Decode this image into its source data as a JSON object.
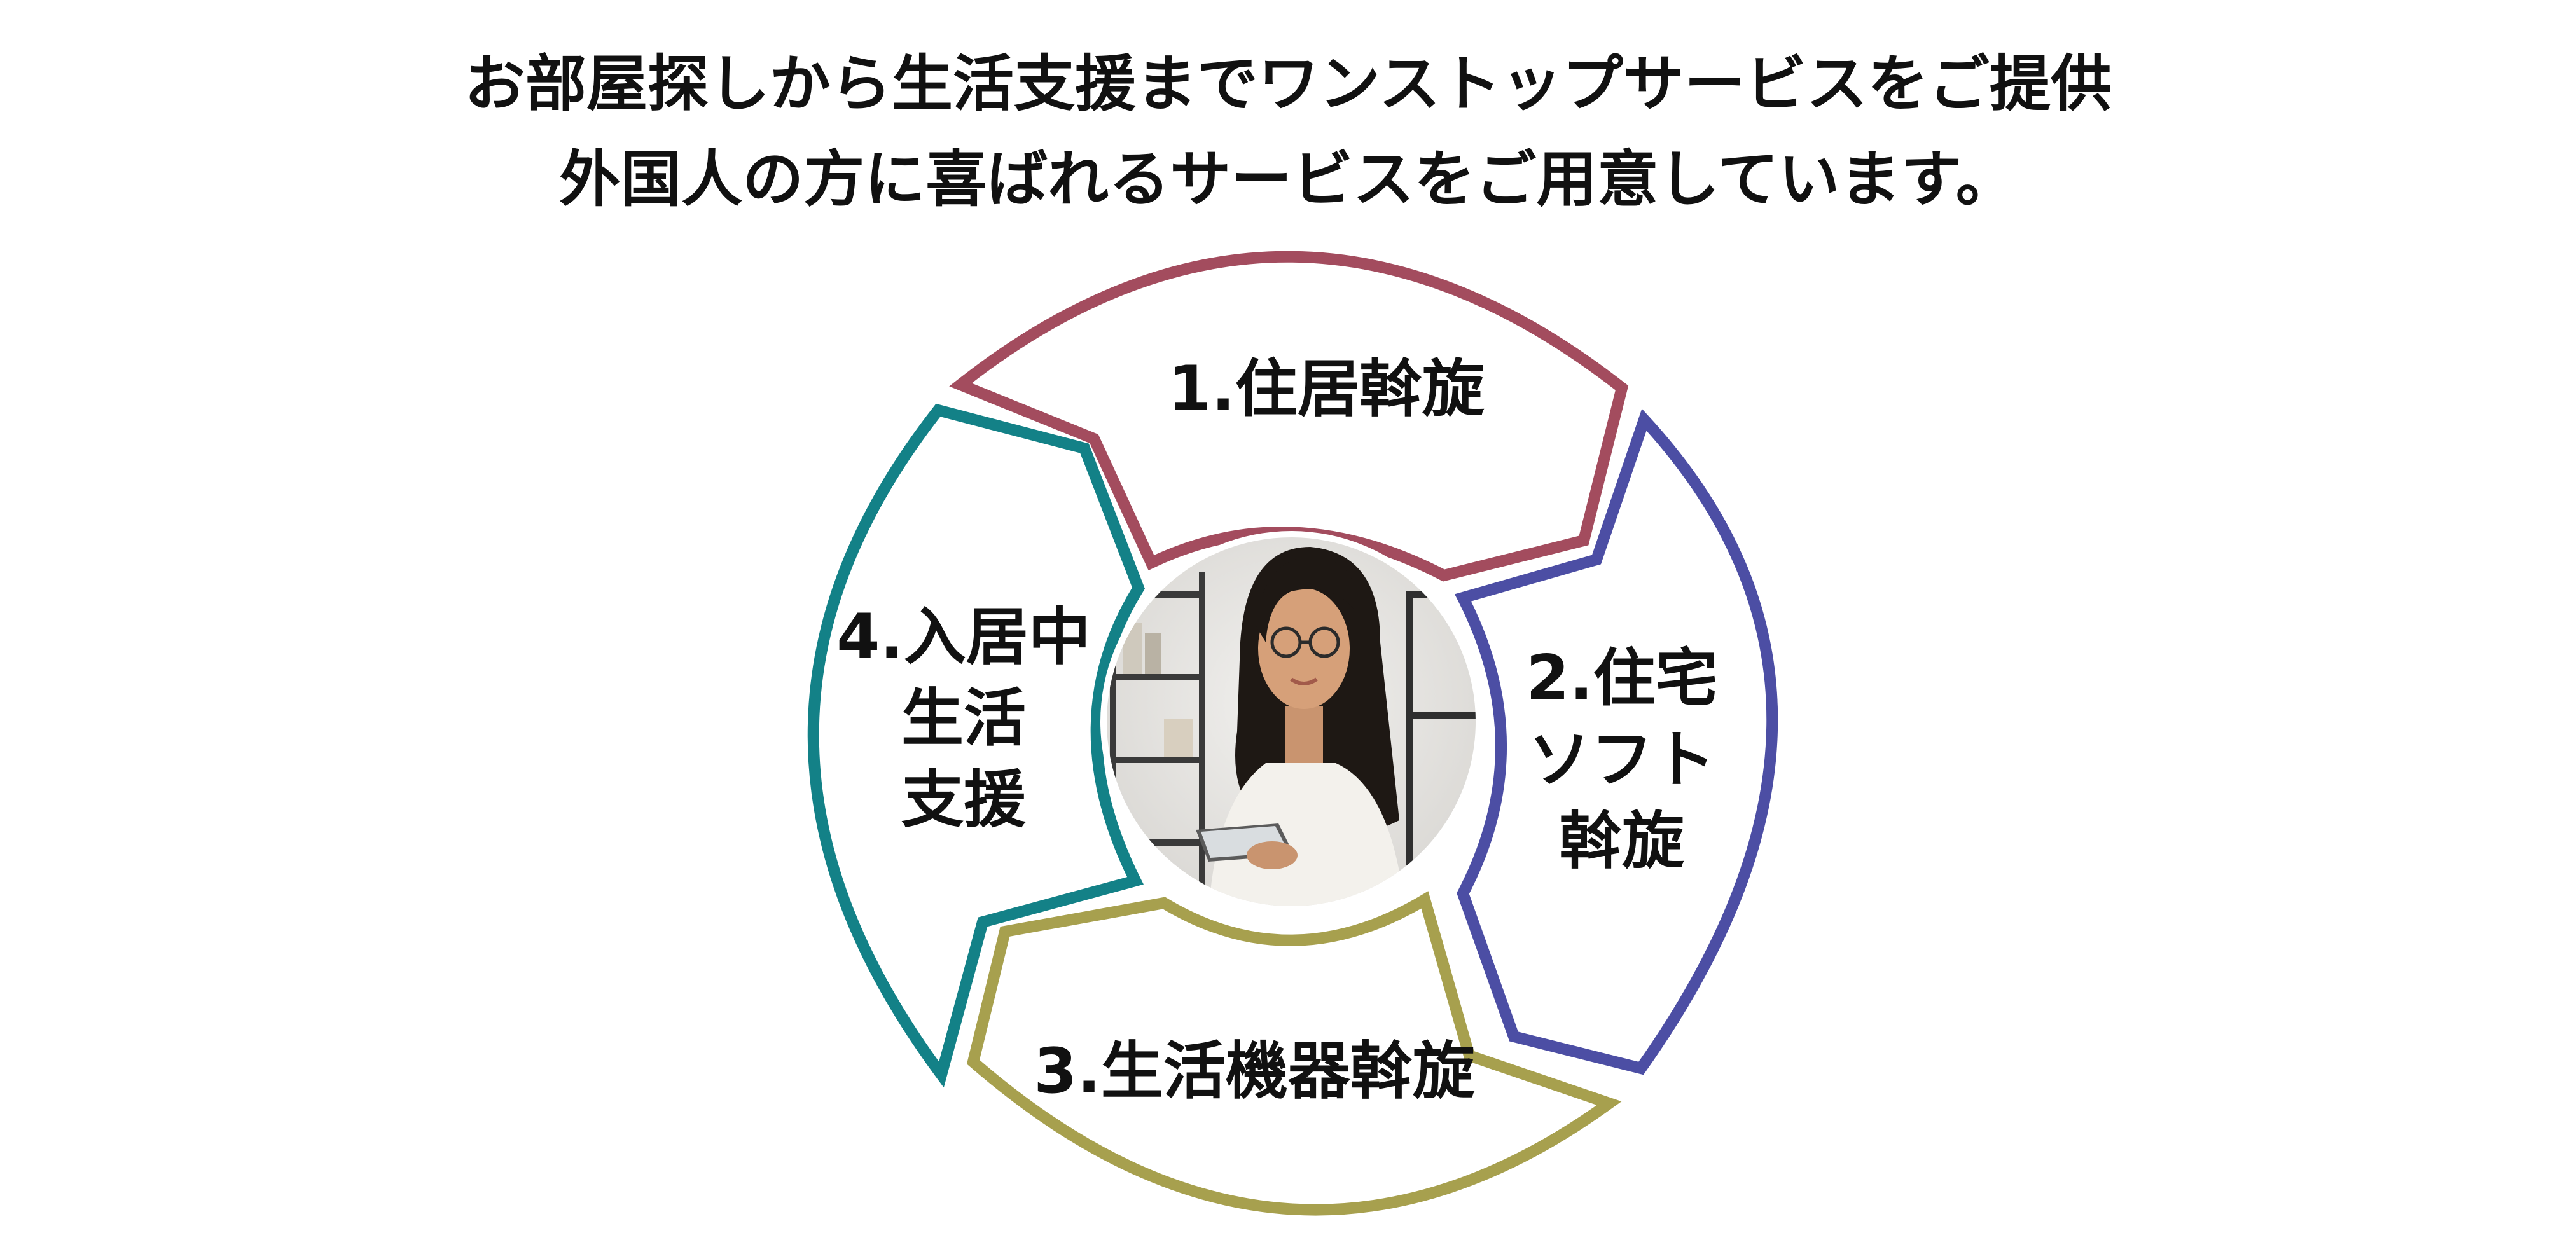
{
  "headline": {
    "line1": "お部屋探しから生活支援までワンストップサービスをご提供",
    "line2": "外国人の方に喜ばれるサービスをご用意しています。"
  },
  "cycle": {
    "segments": [
      {
        "id": "housing",
        "lines": [
          "1.住居斡旋"
        ],
        "color": "#a34c5e"
      },
      {
        "id": "furniture",
        "lines": [
          "2.住宅",
          "ソフト",
          "斡旋"
        ],
        "color": "#4c4ea4"
      },
      {
        "id": "appliance",
        "lines": [
          "3.生活機器斡旋"
        ],
        "color": "#a7a04e"
      },
      {
        "id": "support",
        "lines": [
          "4.入居中",
          "生活",
          "支援"
        ],
        "color": "#138187"
      }
    ],
    "center_icon": "businesswoman-with-tablet-photo"
  }
}
